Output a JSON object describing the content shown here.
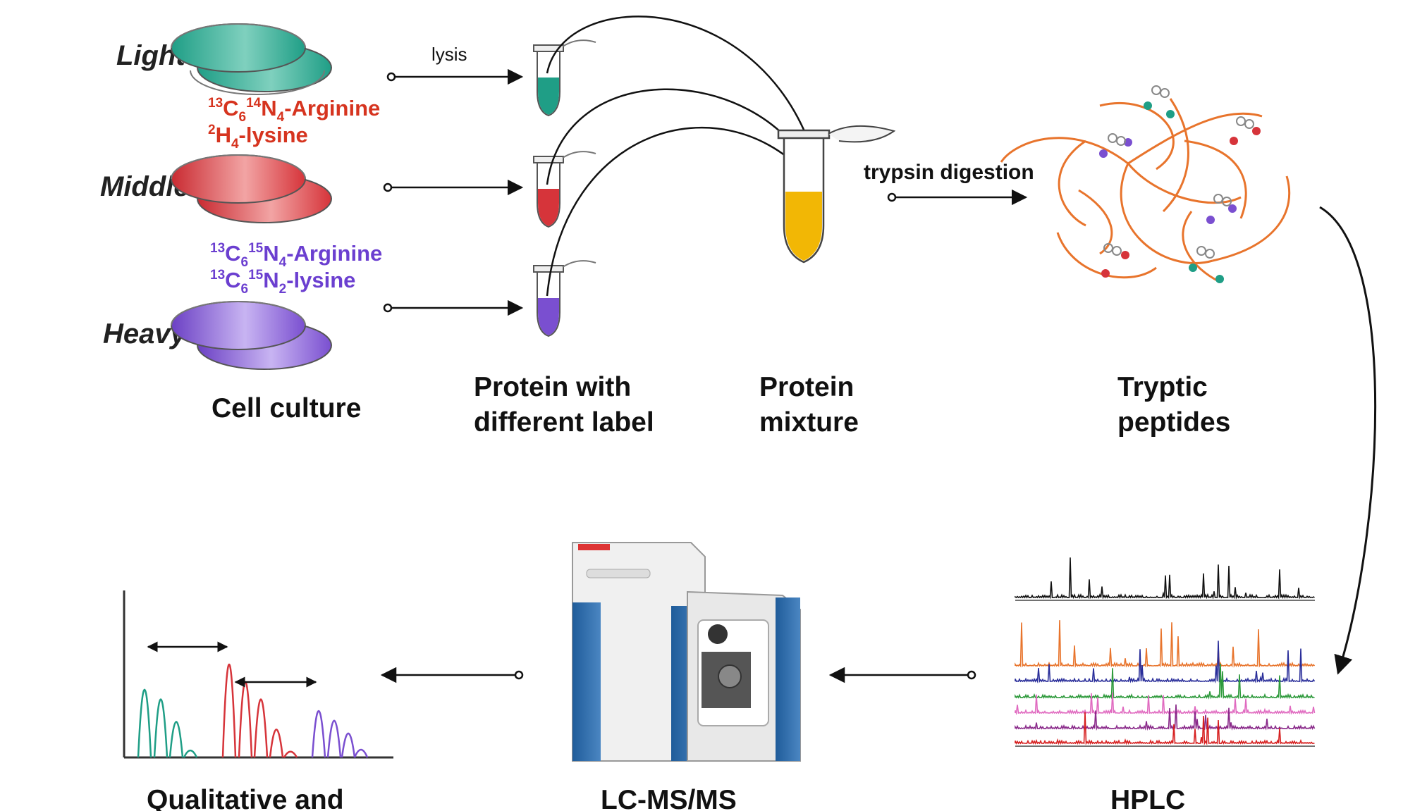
{
  "conditions": {
    "light": "Light",
    "middle": "Middle",
    "heavy": "Heavy"
  },
  "labels": {
    "middle_arg": {
      "sup1": "13",
      "el1": "C",
      "sub1": "6",
      "sup2": "14",
      "el2": "N",
      "sub2": "4",
      "rest": "-Arginine"
    },
    "middle_lys": {
      "sup1": "2",
      "el1": "H",
      "sub1": "4",
      "rest": "-lysine"
    },
    "heavy_arg": {
      "sup1": "13",
      "el1": "C",
      "sub1": "6",
      "sup2": "15",
      "el2": "N",
      "sub2": "4",
      "rest": "-Arginine"
    },
    "heavy_lys": {
      "sup1": "13",
      "el1": "C",
      "sub1": "6",
      "sup2": "15",
      "el2": "N",
      "sub2": "2",
      "rest": "-lysine"
    }
  },
  "arrows": {
    "lysis": "lysis",
    "trypsin": "trypsin digestion"
  },
  "captions": {
    "cell_culture": "Cell culture",
    "protein_label_1": "Protein with",
    "protein_label_2": "different label",
    "protein_mixture_1": "Protein",
    "protein_mixture_2": "mixture",
    "tryptic_1": "Tryptic",
    "tryptic_2": "peptides",
    "hplc": "HPLC",
    "lcms": "LC-MS/MS",
    "analysis": "Qualitative and"
  },
  "colors": {
    "light": "#1f9e86",
    "middle": "#d6343a",
    "heavy": "#7a4fd0",
    "mixture": "#f2b705",
    "peptide": "#e8742c"
  }
}
